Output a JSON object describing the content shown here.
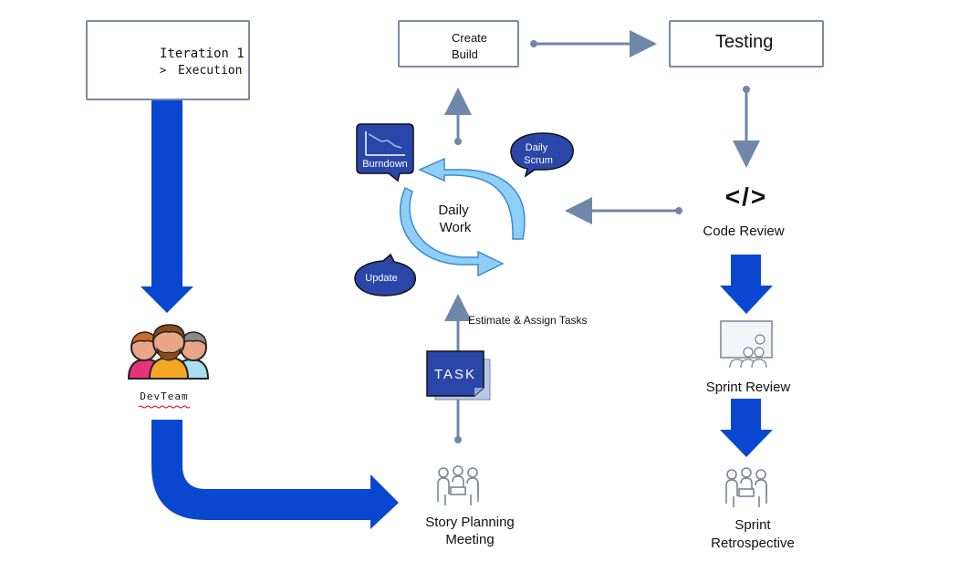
{
  "iteration": {
    "title": "Iteration 1",
    "subtitle": "Execution",
    "chevron": ">"
  },
  "create_build": {
    "line1": "Create",
    "line2": "Build"
  },
  "testing": {
    "label": "Testing"
  },
  "daily_work": {
    "line1": "Daily",
    "line2": "Work"
  },
  "bubbles": {
    "burndown": "Burndown",
    "daily_scrum_1": "Daily",
    "daily_scrum_2": "Scrum",
    "update": "Update"
  },
  "code_review": {
    "symbol": "</>",
    "label": "Code Review"
  },
  "sprint_review": {
    "label": "Sprint Review"
  },
  "sprint_retro": {
    "line1": "Sprint",
    "line2": "Retrospective"
  },
  "devteam": {
    "label": "DevTeam"
  },
  "task": {
    "label": "TASK"
  },
  "estimate": {
    "label": "Estimate & Assign Tasks"
  },
  "story_planning": {
    "line1": "Story Planning",
    "line2": "Meeting"
  },
  "colors": {
    "big_arrow": "#0a47d1",
    "connector": "#6f87a8",
    "cycle_fill": "#8fcff7",
    "cycle_stroke": "#3c8ad0",
    "bubble_fill": "#2a46a8",
    "box_border": "#7a8ba0",
    "icon_gray": "#7a8694"
  }
}
